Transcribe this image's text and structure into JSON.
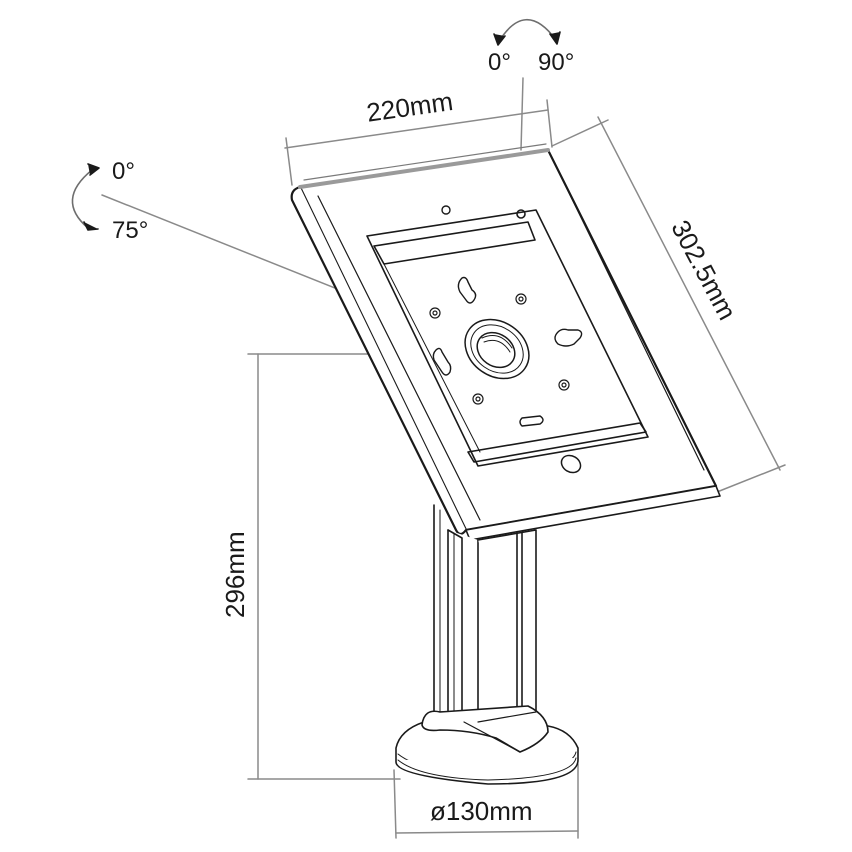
{
  "diagram": {
    "title": "Tablet kiosk stand dimension drawing",
    "colors": {
      "background": "#ffffff",
      "outline": "#1a1a1a",
      "dimension_line": "#8a8a8a",
      "text": "#1a1a1a"
    },
    "rotation_swivel": {
      "start_label": "0°",
      "end_label": "90°",
      "icon": "curved-double-arrow-icon"
    },
    "tilt": {
      "start_label": "0°",
      "end_label": "75°",
      "icon": "curved-double-arrow-icon"
    },
    "dimensions": {
      "width": "220mm",
      "height_panel": "302.5mm",
      "stand_height": "296mm",
      "base_diameter": "ø130mm"
    },
    "components": [
      "tablet-enclosure-frame",
      "tablet-cavity",
      "pivot-mount",
      "keyhole-slots",
      "screw-holes",
      "home-button-hole",
      "column",
      "column-collar",
      "round-base"
    ]
  }
}
